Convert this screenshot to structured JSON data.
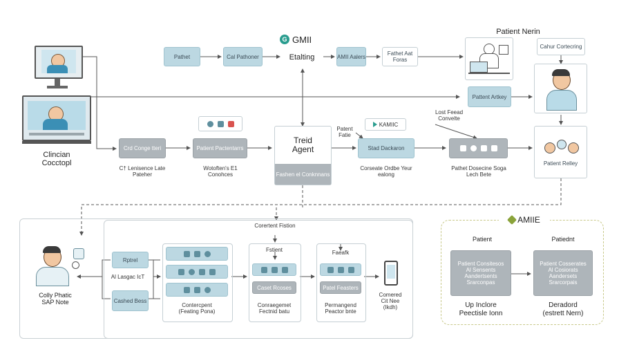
{
  "top": {
    "patient": "Pathet",
    "cal": "Cal Pathoner",
    "brand": "GMII",
    "etalting": "Etalting",
    "amii_aalers": "AMII Aalers",
    "fathet": "Fathet Aat Foras"
  },
  "patient_nerin": "Patient Nerin",
  "pattent_artkey": "Pattent Artkey",
  "cahur_cortecring": "Cahur Cortecring",
  "clinician": {
    "line1": "Clincian",
    "line2": "Cocctopl"
  },
  "row2": {
    "crd": "Crd Conge tteri",
    "crd_caption": "C† Lenisence Late Pateher",
    "pattent": "Patient Pactentarrs",
    "pattent_caption": "Wotoften's E1 Conohces",
    "agent_title": "Treid Agent",
    "agent_sub": "Fashen el Conknnans",
    "patient_fatie": "Patent Fatie",
    "kamiic": "KAMIIC",
    "stad": "Stad Dackaron",
    "stad_caption": "Corseate Ordbe Yeur ealong",
    "lost_feead": "Lost Feead Convelte",
    "pathet_caption": "Pathet Dosecine Soga Lech Bete",
    "patient_rolley": "Patient Relley"
  },
  "bottom_left": {
    "colly_line1": "Colly Phatic",
    "colly_line2": "SAP Note",
    "al_label": "Al Lasgac IcT",
    "rptrel": "Rptrel",
    "cashed": "Cashed Bess",
    "col1_caption_line1": "Contercpent",
    "col1_caption_line2": "(Feating Pona)",
    "col2_header": "Corertent Fistion",
    "col2_top": "Fstient",
    "col2_mid": "Caset Rcoses",
    "col2_caption_line1": "Conraegemet",
    "col2_caption_line2": "Fectnid batu",
    "col3_top": "Faeafk",
    "col3_mid": "Patel Feasters",
    "col3_caption_line1": "Permangend",
    "col3_caption_line2": "Peactor bnte",
    "phone_caption_line1": "Comered",
    "phone_caption_line2": "Cit Nee",
    "phone_caption_line3": "(Ikdh)"
  },
  "amiie": {
    "brand": "AMIIE",
    "left_title": "Patient",
    "left_box": "Patient Consitesos Al Sensents Aandertsents Srarconpas",
    "left_caption_line1": "Up Inclore",
    "left_caption_line2": "Peectisle Ionn",
    "right_title": "Patiednt",
    "right_box": "Patient Cosserates Al Cosiorats Aandersets Srarcorpais",
    "right_caption_line1": "Deradord",
    "right_caption_line2": "(estrett Nern)"
  },
  "colors": {
    "teal": "#bcd8e2",
    "grey": "#aeb5ba",
    "accent": "#2a9d8f",
    "amiie_border": "#c8c98a"
  }
}
